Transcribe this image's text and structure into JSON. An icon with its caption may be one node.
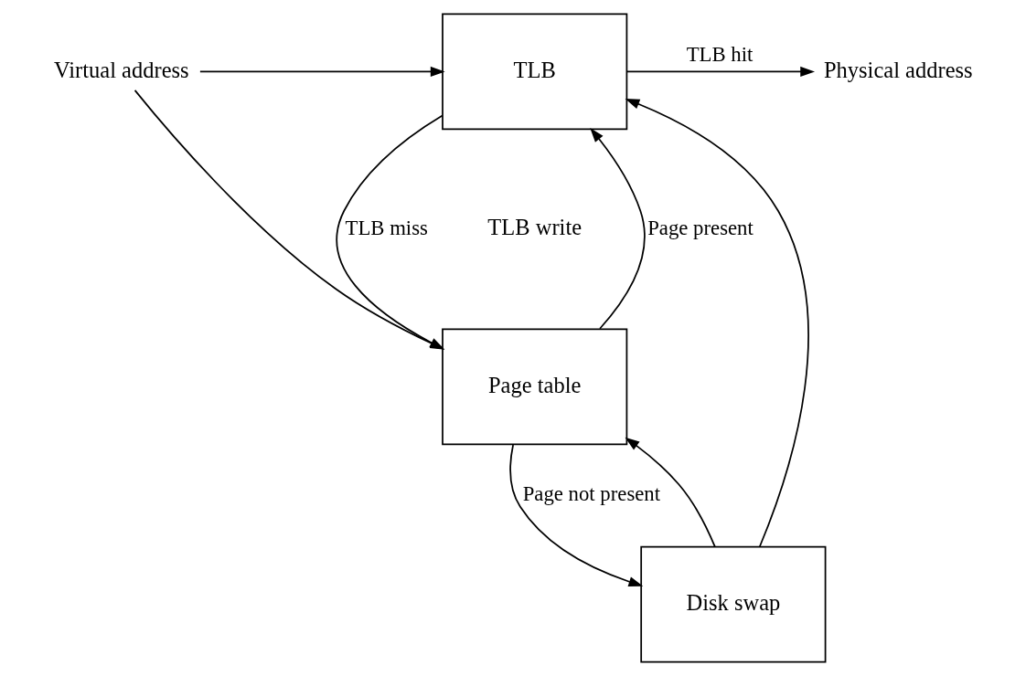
{
  "diagram": {
    "nodes": [
      {
        "text": [
          "Virtual address"
        ]
      },
      {
        "text": [
          "TLB"
        ]
      },
      {
        "text": [
          "Physical address"
        ]
      },
      {
        "text": [
          "Page table"
        ]
      },
      {
        "text": [
          "Disk swap"
        ]
      }
    ],
    "edges": [
      {
        "from": 0,
        "to": 1,
        "arrow": "to"
      },
      {
        "from": 1,
        "to": 2,
        "arrow": "to",
        "label": "TLB hit"
      },
      {
        "from": 0,
        "to": 3,
        "arrow": "to"
      },
      {
        "from": 1,
        "to": 3,
        "arrow": "to",
        "label": "TLB miss"
      },
      {
        "from": 3,
        "to": 1,
        "arrow": "to",
        "label": "Page present"
      },
      {
        "from": 3,
        "to": 4,
        "arrow": "to",
        "label": "Page not present"
      },
      {
        "from": 4,
        "to": 3,
        "arrow": "to"
      },
      {
        "from": 4,
        "to": 1,
        "arrow": "to"
      }
    ],
    "labels": [
      "TLB write"
    ]
  }
}
